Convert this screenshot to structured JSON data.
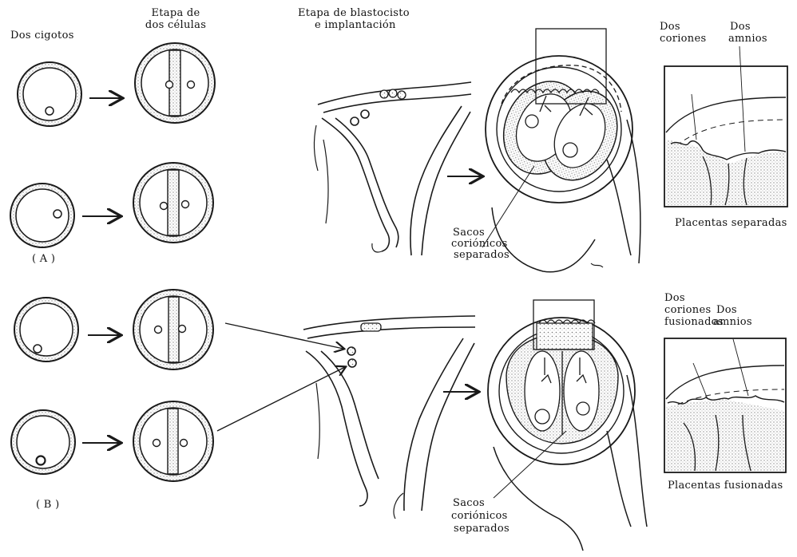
{
  "headings": {
    "zygotes": "Dos cigotos",
    "two_cell_line1": "Etapa de",
    "two_cell_line2": "dos células",
    "blastocyst_line1": "Etapa de blastocisto",
    "blastocyst_line2": "e implantación"
  },
  "case_labels": {
    "a": "( A )",
    "b": "( B )"
  },
  "sacs_labels": {
    "line1": "Sacos",
    "line2": "coriónicos",
    "line3": "separados"
  },
  "detail_a": {
    "chorions_line1": "Dos",
    "chorions_line2": "coriones",
    "amnions_line1": "Dos",
    "amnions_line2": "amnios",
    "caption": "Placentas separadas"
  },
  "detail_b": {
    "chorions_line1": "Dos",
    "chorions_line2": "coriones",
    "chorions_line3": "fusionados",
    "amnions_line1": "Dos",
    "amnions_line2": "amnios",
    "caption": "Placentas fusionadas"
  },
  "colors": {
    "ink": "#1a1a1a",
    "stipple": "#8a8a8a",
    "paper": "#ffffff"
  }
}
